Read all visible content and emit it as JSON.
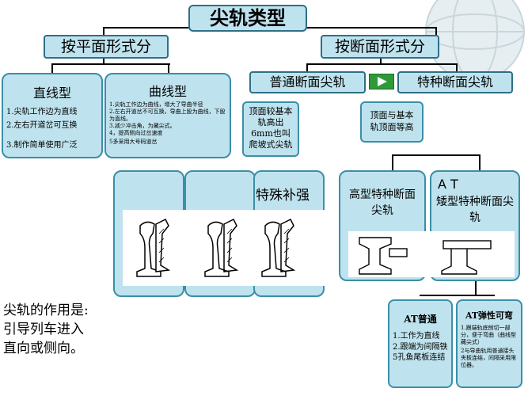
{
  "title": "尖轨类型",
  "branches": {
    "plane": "按平面形式分",
    "section": "按断面形式分"
  },
  "straight": {
    "title": "直线型",
    "items": [
      "1.尖轨工作边为直线",
      "2.左右开道岔可互换",
      "3.制作简单使用广泛"
    ]
  },
  "curved": {
    "title": "曲线型",
    "items": [
      "1.尖轨工作边为曲线，增大了导曲半径",
      "2.左右开道岔不可互换，导曲上股为曲线，下股为直线。",
      "3.减少冲击角，为藏尖式。",
      "4，提高侧向过岔速度",
      "5多采用大号码道岔"
    ]
  },
  "normal": {
    "title": "普通断面尖轨",
    "note": "顶面较基本轨高出6mm也叫爬坡式尖轨"
  },
  "special": {
    "title": "特种断面尖轨",
    "note": "顶面与基本轨顶面等高"
  },
  "reinforce_label": "特殊补强",
  "high_type": "高型特种断面尖轨",
  "at_label": "A T",
  "low_type": "矮型特种断面尖轨",
  "at_normal": {
    "title": "AT普通",
    "items": [
      "1.工作为直线",
      "2.跟端为间隔铁5孔鱼尾板连结"
    ]
  },
  "at_elastic": {
    "title": "AT弹性可弯",
    "items": [
      "1.跟端轨底刨切一部分，便于弯曲（曲线型藏尖式）",
      "2与导曲轨用普通接头夹板连结，间隔采用限位器。"
    ]
  },
  "role_text": [
    "尖轨的作用是:",
    "引导列车进入",
    "直向或侧向。"
  ],
  "colors": {
    "box_fill": "#bfe3ee",
    "box_border": "#3a8fa8",
    "arrow": "#2e9a3a"
  }
}
